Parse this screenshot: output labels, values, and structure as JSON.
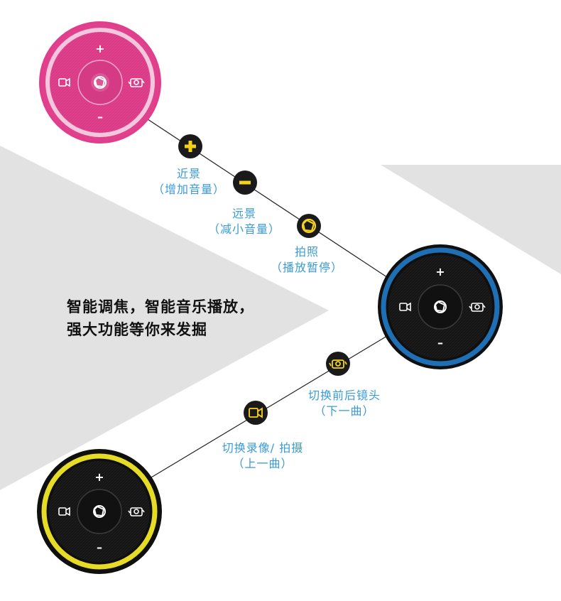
{
  "headline": {
    "line1": "智能调焦，智能音乐播放，",
    "line2": "强大功能等你来发掘"
  },
  "callouts": [
    {
      "title": "近景",
      "sub": "（增加音量）",
      "icon": "plus-icon"
    },
    {
      "title": "远景",
      "sub": "（减小音量）",
      "icon": "minus-icon"
    },
    {
      "title": "拍照",
      "sub": "（播放暂停）",
      "icon": "shutter-icon"
    },
    {
      "title": "切换前后镜头",
      "sub": "（下一曲）",
      "icon": "camera-switch-icon"
    },
    {
      "title": "切换录像/ 拍摄",
      "sub": "（上一曲）",
      "icon": "video-camera-icon"
    }
  ],
  "devices": [
    {
      "name": "pink-remote",
      "ring_color": "#e54b95",
      "body_color": "#e0408c",
      "plus": "+",
      "minus": "–"
    },
    {
      "name": "blue-remote",
      "ring_color": "#1f6fb5",
      "body_color": "#161616",
      "plus": "+",
      "minus": "–"
    },
    {
      "name": "yellow-remote",
      "ring_color": "#e6dc26",
      "body_color": "#161616",
      "plus": "+",
      "minus": "–"
    }
  ],
  "colors": {
    "accent_label": "#3a9bd5",
    "icon_badge": "#1a1a1a",
    "icon_glyph": "#f5d21a",
    "backdrop_triangle": "#e2e2e2"
  }
}
